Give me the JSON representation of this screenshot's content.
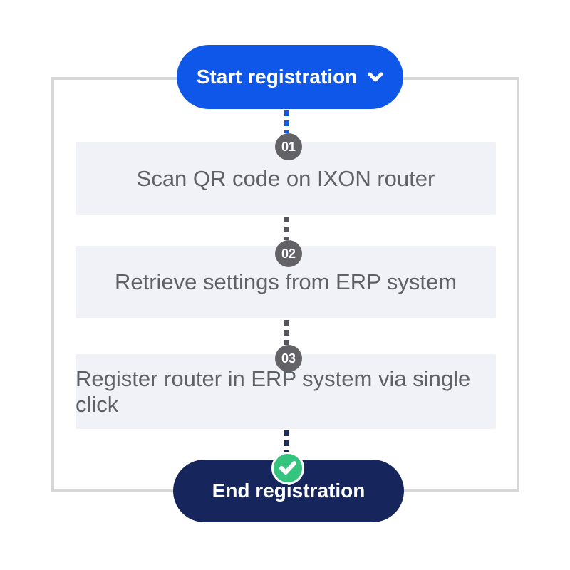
{
  "flow": {
    "start": {
      "label": "Start registration",
      "icon": "chevron-down"
    },
    "steps": [
      {
        "number": "01",
        "label": "Scan QR code on IXON router"
      },
      {
        "number": "02",
        "label": "Retrieve settings from ERP system"
      },
      {
        "number": "03",
        "label": "Register router in ERP system via single click"
      }
    ],
    "end": {
      "label": "End registration",
      "icon": "check"
    }
  },
  "colors": {
    "start_pill": "#0f57e8",
    "end_pill": "#16255c",
    "panel_bg": "#f1f1f8",
    "panel_text": "#5e6166",
    "badge_bg": "#626267",
    "check_green": "#35c47e",
    "frame_border": "#d6d8d6",
    "connector_blue": "#0f57e8",
    "connector_gray": "#55565b",
    "connector_navy": "#1b2c5a"
  }
}
